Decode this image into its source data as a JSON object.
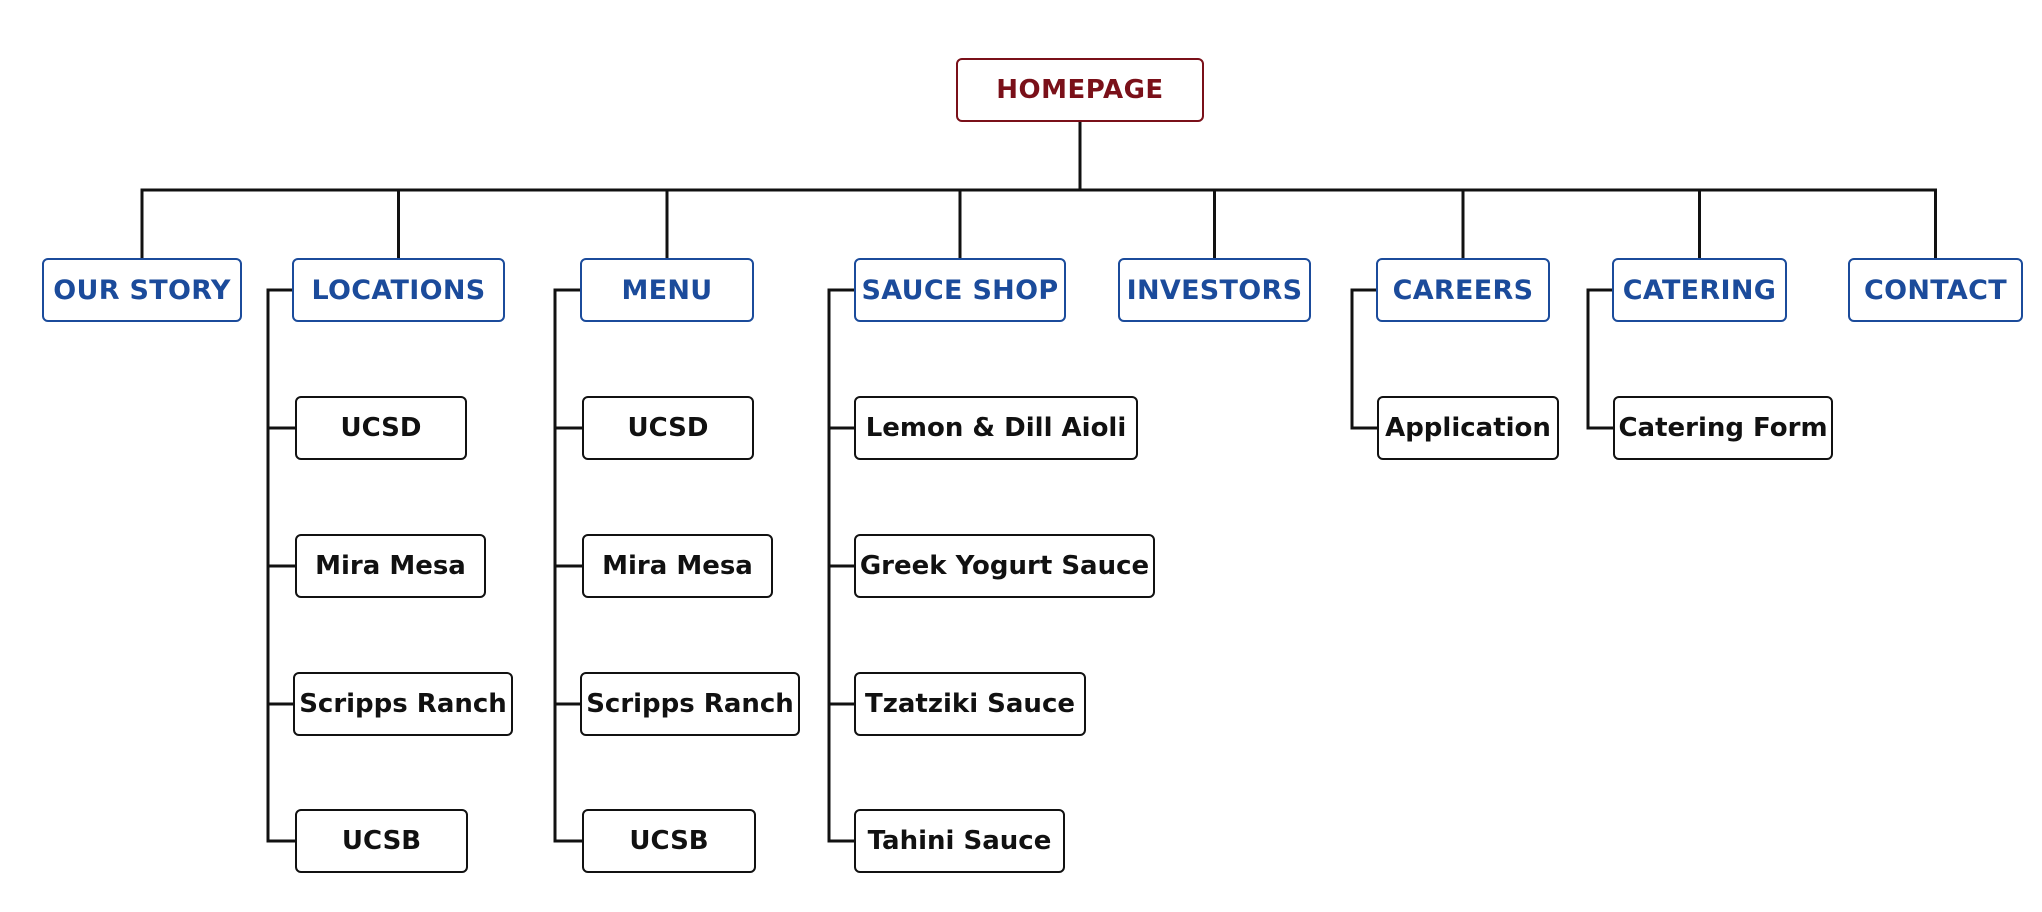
{
  "colors": {
    "root": "#7a1019",
    "section": "#1b4b9b",
    "leaf": "#111111",
    "line": "#111111"
  },
  "root": {
    "label": "HOMEPAGE"
  },
  "sections": [
    {
      "label": "OUR STORY",
      "children": []
    },
    {
      "label": "LOCATIONS",
      "children": [
        "UCSD",
        "Mira Mesa",
        "Scripps Ranch",
        "UCSB"
      ]
    },
    {
      "label": "MENU",
      "children": [
        "UCSD",
        "Mira Mesa",
        "Scripps Ranch",
        "UCSB"
      ]
    },
    {
      "label": "SAUCE SHOP",
      "children": [
        "Lemon & Dill Aioli",
        "Greek Yogurt Sauce",
        "Tzatziki Sauce",
        "Tahini Sauce"
      ]
    },
    {
      "label": "INVESTORS",
      "children": []
    },
    {
      "label": "CAREERS",
      "children": [
        "Application"
      ]
    },
    {
      "label": "CATERING",
      "children": [
        "Catering Form"
      ]
    },
    {
      "label": "CONTACT",
      "children": []
    }
  ]
}
